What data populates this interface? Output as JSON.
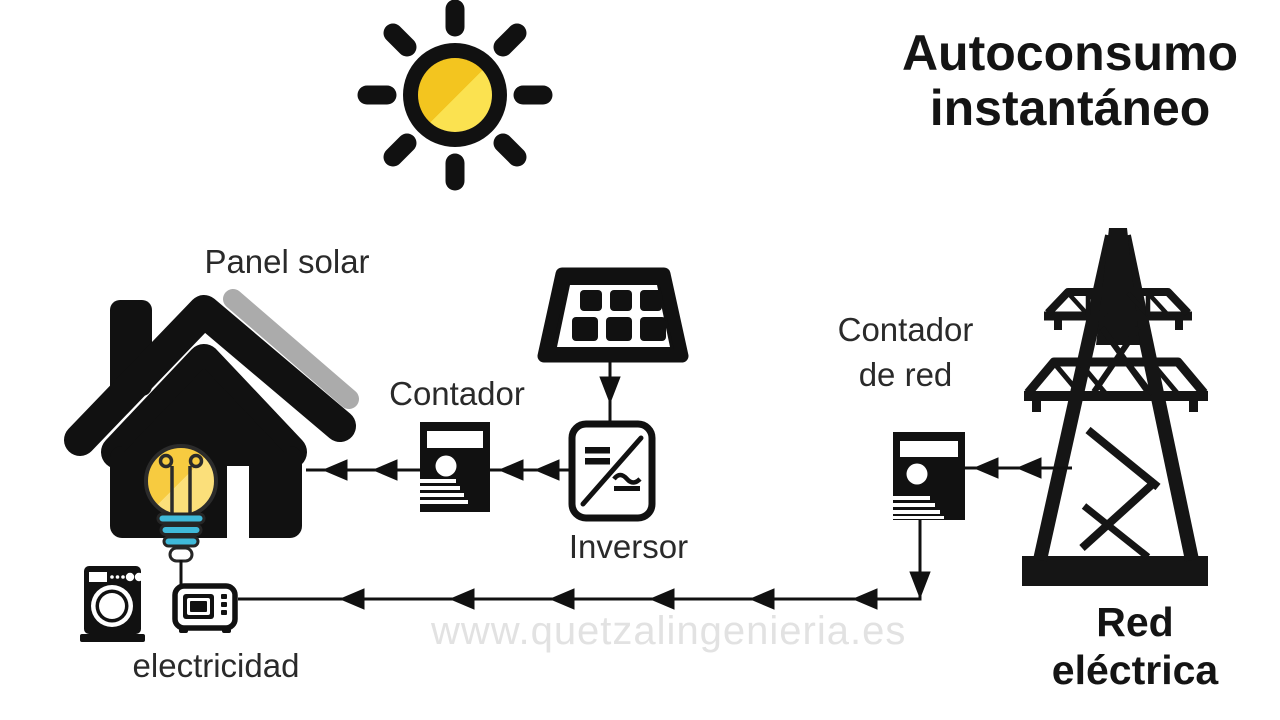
{
  "title": {
    "line1": "Autoconsumo",
    "line2": "instantáneo"
  },
  "labels": {
    "panel_solar": "Panel solar",
    "contador": "Contador",
    "inversor": "Inversor",
    "contador_red_line1": "Contador",
    "contador_red_line2": "de red",
    "red_electrica_line1": "Red",
    "red_electrica_line2": "eléctrica",
    "electricidad": "electricidad",
    "watermark": "www.quetzalingenieria.es"
  },
  "icons": [
    "sun-icon",
    "house-icon",
    "solar-panel-strip",
    "lightbulb-icon",
    "solar-panel-icon",
    "inverter-icon",
    "meter-icon",
    "grid-meter-icon",
    "transmission-tower-icon",
    "washing-machine-icon",
    "microwave-icon",
    "flow-arrow-left",
    "flow-arrow-down"
  ],
  "colors": {
    "ink": "#141414",
    "icon_black": "#111111",
    "sun_yellow_dark": "#F3C51F",
    "sun_yellow_light": "#FBE250",
    "bulb_yellow_dark": "#F7CB40",
    "bulb_yellow_light": "#FBDF7A",
    "bulb_base_teal": "#3FB9D9",
    "panel_gray": "#ABABAB",
    "watermark_gray": "#E2E2E2"
  }
}
